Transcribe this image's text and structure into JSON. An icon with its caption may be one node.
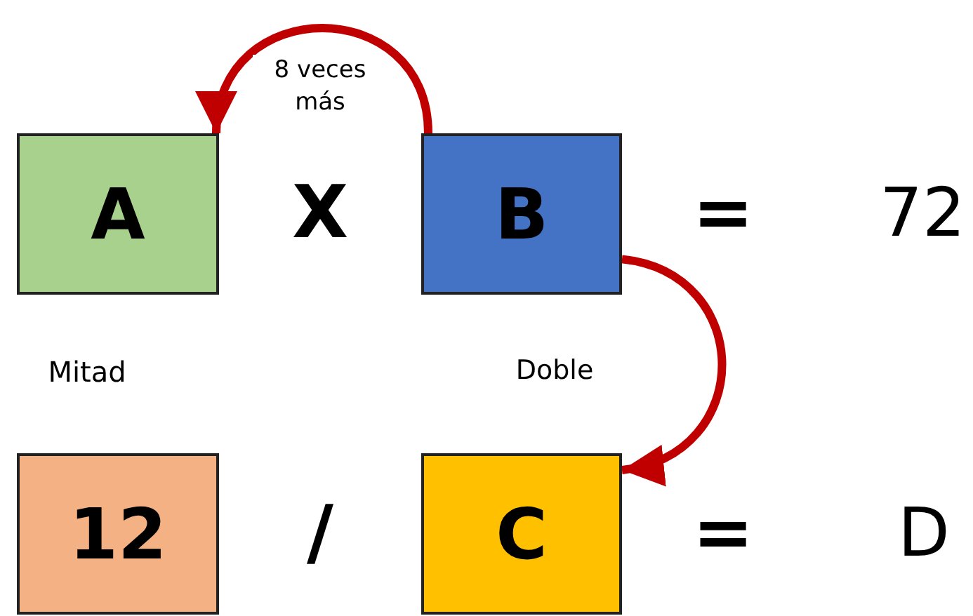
{
  "diagram": {
    "nodes": [
      {
        "text": [
          "A"
        ]
      },
      {
        "text": [
          "B"
        ]
      },
      {
        "text": [
          "12"
        ]
      },
      {
        "text": [
          "C"
        ]
      }
    ],
    "edges": [
      {
        "from": 1,
        "to": 0,
        "arrow": "to",
        "label": "8 veces más"
      },
      {
        "from": 1,
        "to": 3,
        "arrow": "to",
        "label": "Doble"
      }
    ],
    "labels": [
      "X",
      "=",
      "72",
      "Mitad",
      "/",
      "=",
      "D"
    ]
  }
}
